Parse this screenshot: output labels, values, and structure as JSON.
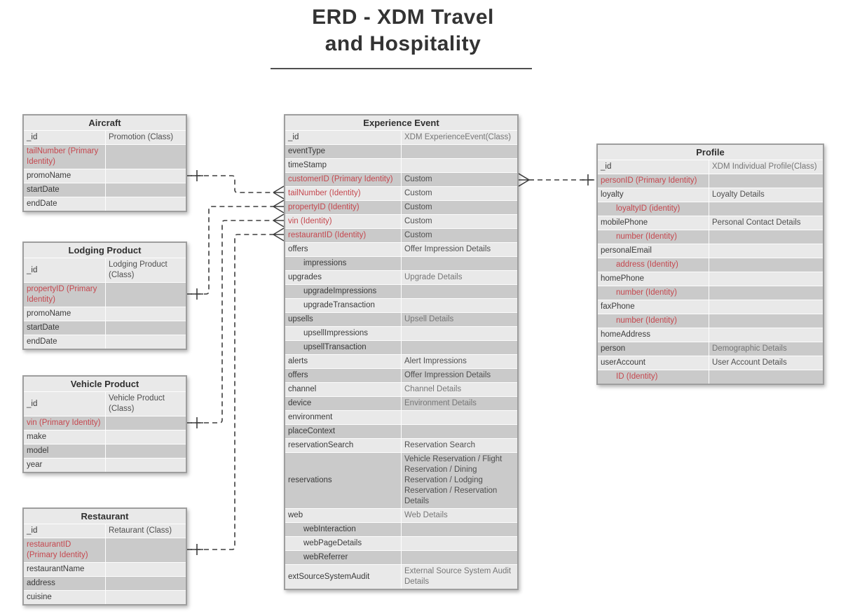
{
  "title": {
    "line1": "ERD - XDM Travel",
    "line2": "and Hospitality"
  },
  "colors": {
    "identity_red": "#c5484f",
    "row_light": "#e9e9e9",
    "row_dark": "#cacaca",
    "table_border": "#9e9e9e",
    "connector": "#3d3d3d",
    "title_text": "#333333"
  },
  "tables": [
    {
      "id": "aircraft",
      "title": "Aircraft",
      "rows": [
        {
          "name": "_id",
          "type": "Promotion (Class)"
        },
        {
          "name": "tailNumber (Primary Identity)",
          "type": "",
          "red": true
        },
        {
          "name": "promoName",
          "type": ""
        },
        {
          "name": "startDate",
          "type": ""
        },
        {
          "name": "endDate",
          "type": ""
        }
      ]
    },
    {
      "id": "lodging-product",
      "title": "Lodging Product",
      "rows": [
        {
          "name": "_id",
          "type": "Lodging Product (Class)"
        },
        {
          "name": "propertyID (Primary Identity)",
          "type": "",
          "red": true
        },
        {
          "name": "promoName",
          "type": ""
        },
        {
          "name": "startDate",
          "type": ""
        },
        {
          "name": "endDate",
          "type": ""
        }
      ]
    },
    {
      "id": "vehicle-product",
      "title": "Vehicle Product",
      "rows": [
        {
          "name": "_id",
          "type": "Vehicle Product (Class)"
        },
        {
          "name": "vin (Primary Identity)",
          "type": "",
          "red": true
        },
        {
          "name": "make",
          "type": ""
        },
        {
          "name": "model",
          "type": ""
        },
        {
          "name": "year",
          "type": ""
        }
      ]
    },
    {
      "id": "restaurant",
      "title": "Restaurant",
      "rows": [
        {
          "name": "_id",
          "type": "Retaurant (Class)"
        },
        {
          "name": "restaurantID (Primary Identity)",
          "type": "",
          "red": true
        },
        {
          "name": "restaurantName",
          "type": ""
        },
        {
          "name": "address",
          "type": ""
        },
        {
          "name": "cuisine",
          "type": ""
        }
      ]
    },
    {
      "id": "experience-event",
      "title": "Experience Event",
      "rows": [
        {
          "name": "_id",
          "type": "XDM ExperienceEvent(Class)",
          "type_muted": true
        },
        {
          "name": "eventType",
          "type": ""
        },
        {
          "name": "timeStamp",
          "type": ""
        },
        {
          "name": "customerID (Primary Identity)",
          "type": "Custom",
          "red": true
        },
        {
          "name": "tailNumber (Identity)",
          "type": "Custom",
          "red": true
        },
        {
          "name": "propertyID (Identity)",
          "type": "Custom",
          "red": true
        },
        {
          "name": "vin (Identity)",
          "type": "Custom",
          "red": true
        },
        {
          "name": "restaurantID (Identity)",
          "type": "Custom",
          "red": true
        },
        {
          "name": "offers",
          "type": "Offer Impression Details"
        },
        {
          "name": "impressions",
          "type": "",
          "indent": true
        },
        {
          "name": "upgrades",
          "type": "Upgrade Details",
          "type_muted": true
        },
        {
          "name": "upgradeImpressions",
          "type": "",
          "indent": true
        },
        {
          "name": "upgradeTransaction",
          "type": "",
          "indent": true
        },
        {
          "name": "upsells",
          "type": "Upsell Details",
          "type_muted": true
        },
        {
          "name": "upsellImpressions",
          "type": "",
          "indent": true
        },
        {
          "name": "upsellTransaction",
          "type": "",
          "indent": true
        },
        {
          "name": "alerts",
          "type": "Alert Impressions"
        },
        {
          "name": "offers",
          "type": "Offer Impression Details"
        },
        {
          "name": "channel",
          "type": "Channel Details",
          "type_muted": true
        },
        {
          "name": "device",
          "type": "Environment Details",
          "type_muted": true
        },
        {
          "name": "environment",
          "type": ""
        },
        {
          "name": "placeContext",
          "type": ""
        },
        {
          "name": "reservationSearch",
          "type": "Reservation Search"
        },
        {
          "name": "reservations",
          "type": "Vehicle Reservation / Flight Reservation / Dining Reservation / Lodging Reservation / Reservation Details"
        },
        {
          "name": "web",
          "type": "Web Details",
          "type_muted": true
        },
        {
          "name": "webInteraction",
          "type": "",
          "indent": true
        },
        {
          "name": "webPageDetails",
          "type": "",
          "indent": true
        },
        {
          "name": "webReferrer",
          "type": "",
          "indent": true
        },
        {
          "name": "extSourceSystemAudit",
          "type": "External Source System Audit Details",
          "type_muted": true
        }
      ]
    },
    {
      "id": "profile",
      "title": "Profile",
      "rows": [
        {
          "name": "_id",
          "type": "XDM Individual Profile(Class)",
          "type_muted": true
        },
        {
          "name": "personID (Primary Identity)",
          "type": "",
          "red": true
        },
        {
          "name": "loyalty",
          "type": "Loyalty Details"
        },
        {
          "name": "loyaltyID (identity)",
          "type": "",
          "red": true,
          "indent": true
        },
        {
          "name": "mobilePhone",
          "type": "Personal Contact Details"
        },
        {
          "name": "number (Identity)",
          "type": "",
          "red": true,
          "indent": true
        },
        {
          "name": "personalEmail",
          "type": ""
        },
        {
          "name": "address (Identity)",
          "type": "",
          "red": true,
          "indent": true
        },
        {
          "name": "homePhone",
          "type": ""
        },
        {
          "name": "number (Identity)",
          "type": "",
          "red": true,
          "indent": true
        },
        {
          "name": "faxPhone",
          "type": ""
        },
        {
          "name": "number (Identity)",
          "type": "",
          "red": true,
          "indent": true
        },
        {
          "name": "homeAddress",
          "type": ""
        },
        {
          "name": "person",
          "type": "Demographic Details",
          "type_muted": true
        },
        {
          "name": "userAccount",
          "type": "User Account Details"
        },
        {
          "name": "ID (Identity)",
          "type": "",
          "red": true,
          "indent": true
        }
      ]
    }
  ],
  "relationships": [
    {
      "from": "Aircraft",
      "to": "Experience Event.tailNumber (Identity)",
      "from_cardinality": "one",
      "to_cardinality": "many",
      "style": "dashed"
    },
    {
      "from": "Lodging Product",
      "to": "Experience Event.propertyID (Identity)",
      "from_cardinality": "one",
      "to_cardinality": "many",
      "style": "dashed"
    },
    {
      "from": "Vehicle Product",
      "to": "Experience Event.vin (Identity)",
      "from_cardinality": "one",
      "to_cardinality": "many",
      "style": "dashed"
    },
    {
      "from": "Restaurant",
      "to": "Experience Event.restaurantID (Identity)",
      "from_cardinality": "one",
      "to_cardinality": "many",
      "style": "dashed"
    },
    {
      "from": "Profile.personID (Primary Identity)",
      "to": "Experience Event.customerID (Primary Identity)",
      "from_cardinality": "one",
      "to_cardinality": "many",
      "style": "dashed"
    }
  ]
}
